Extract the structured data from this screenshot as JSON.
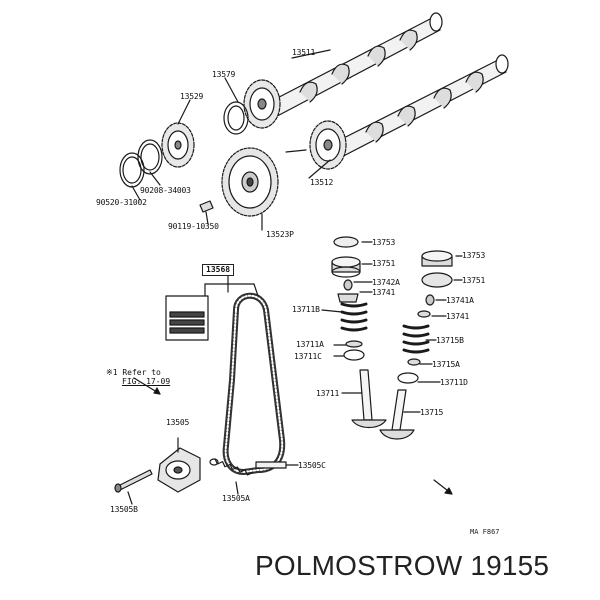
{
  "labels": {
    "p13511": "13511",
    "p13579": "13579",
    "p13529": "13529",
    "p90208": "90208-34003",
    "p90520": "90520-31002",
    "p13512": "13512",
    "p13523P": "13523P",
    "p91119": "90119-10350",
    "p13568": "13568",
    "p13753a": "13753",
    "p13751a": "13751",
    "p13742": "13742A",
    "p13741a": "13741",
    "p13753b": "13753",
    "p13751b": "13751",
    "p13741b": "13741A",
    "p13741c": "13741",
    "p13711B": "13711B",
    "p13711A": "13711A",
    "p13715B": "13715B",
    "p13711C": "13711C",
    "p13715A": "13715A",
    "p13711D": "13711D",
    "p13711": "13711",
    "p13715": "13715",
    "p13505": "13505",
    "p13505C": "13505C",
    "p13505A": "13505A",
    "p13505B": "13505B"
  },
  "refer": {
    "line1": "Refer to",
    "line2": "FIG. 17-09"
  },
  "diagram_code": "MA F867",
  "brand_text": "POLMOSTROW 19155"
}
